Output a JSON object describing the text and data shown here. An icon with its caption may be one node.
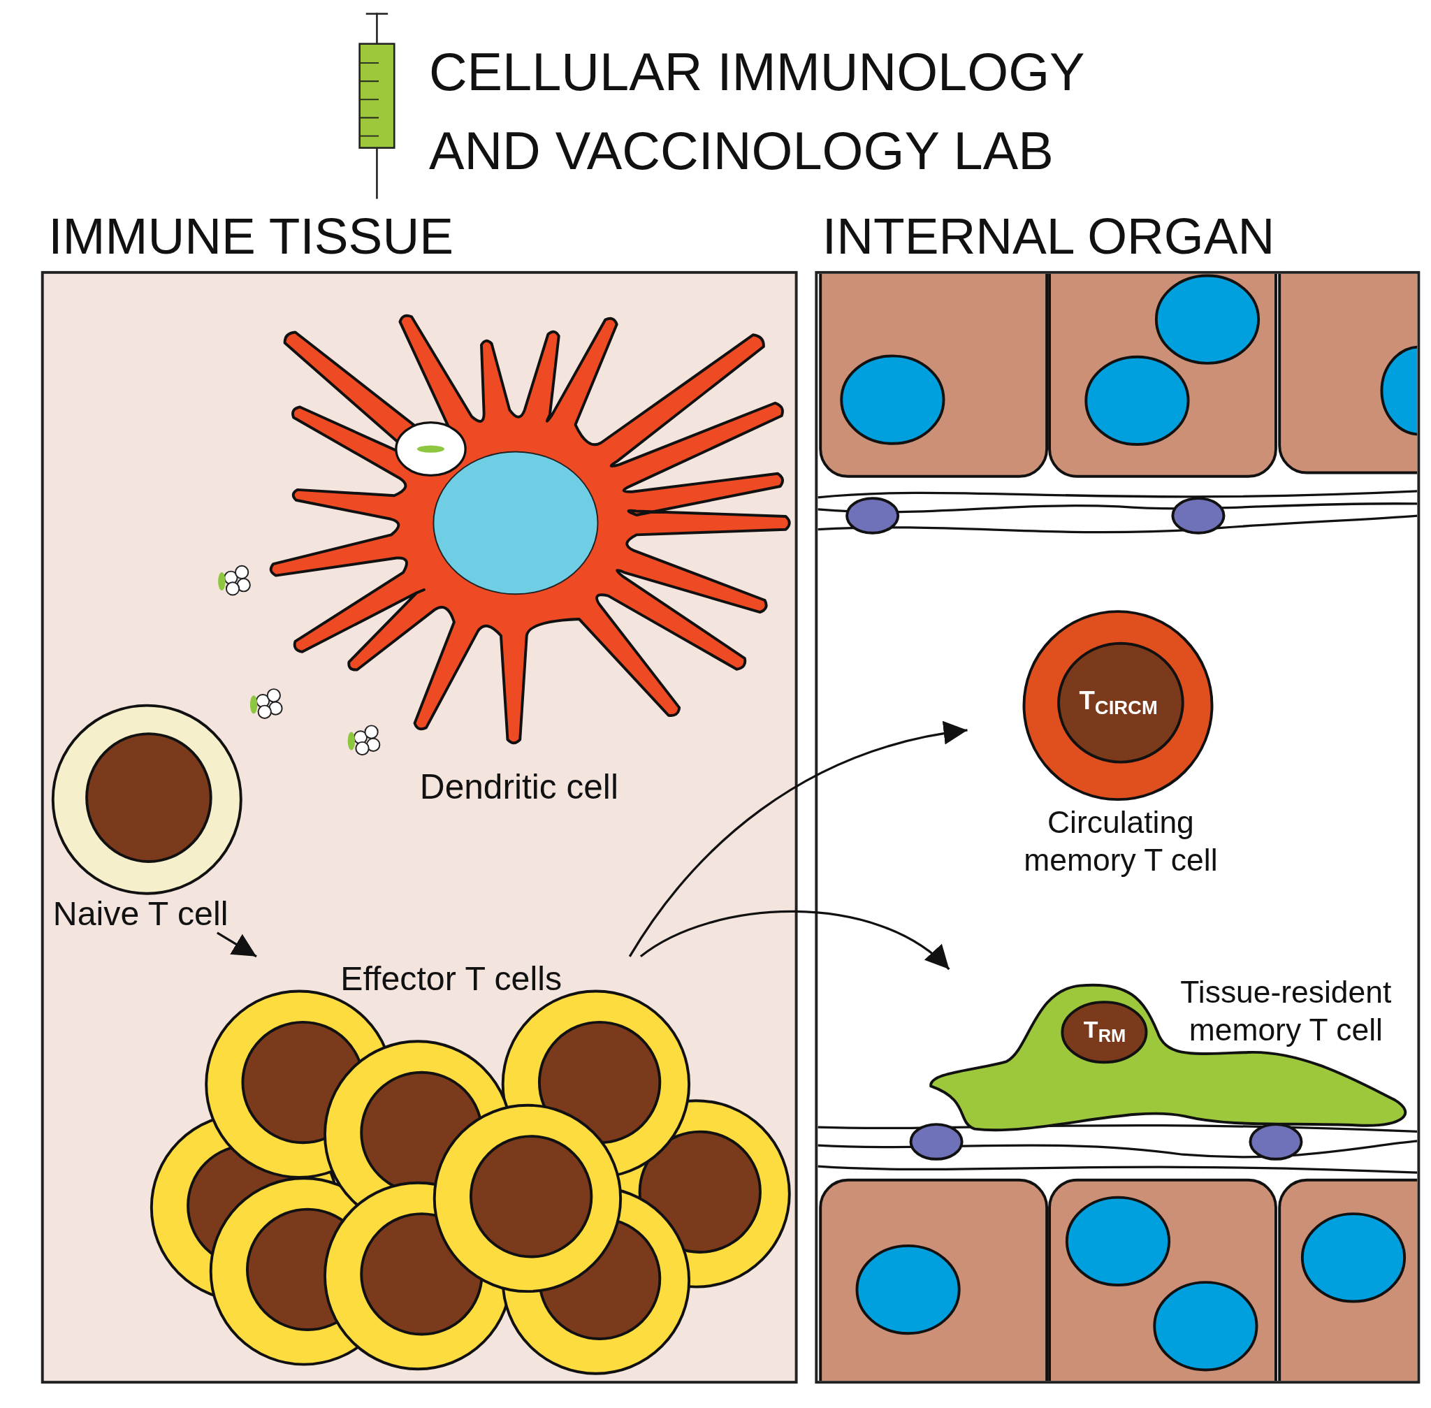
{
  "diagram": {
    "title": "CELLULAR IMMUNOLOGY AND VACCINOLOGY LAB",
    "nodes": [
      {
        "text": [
          "IMMUNE TISSUE"
        ]
      },
      {
        "text": [
          "INTERNAL ORGAN"
        ]
      },
      {
        "text": [
          "Dendritic cell"
        ],
        "in": 0
      },
      {
        "text": [
          "Naive T cell"
        ],
        "in": 0
      },
      {
        "text": [
          "Effector T cells"
        ],
        "in": 0
      },
      {
        "text": [
          "T$_{CIRCM}$",
          "Circulating memory T cell"
        ],
        "in": 1
      },
      {
        "text": [
          "T$_{RM}$",
          "Tissue-resident memory T cell"
        ],
        "in": 1
      }
    ],
    "edges": [
      {
        "from": 3,
        "to": 4,
        "arrow": "to"
      },
      {
        "from": 4,
        "to": 5,
        "arrow": "to"
      },
      {
        "from": 4,
        "to": 6,
        "arrow": "to"
      }
    ]
  }
}
